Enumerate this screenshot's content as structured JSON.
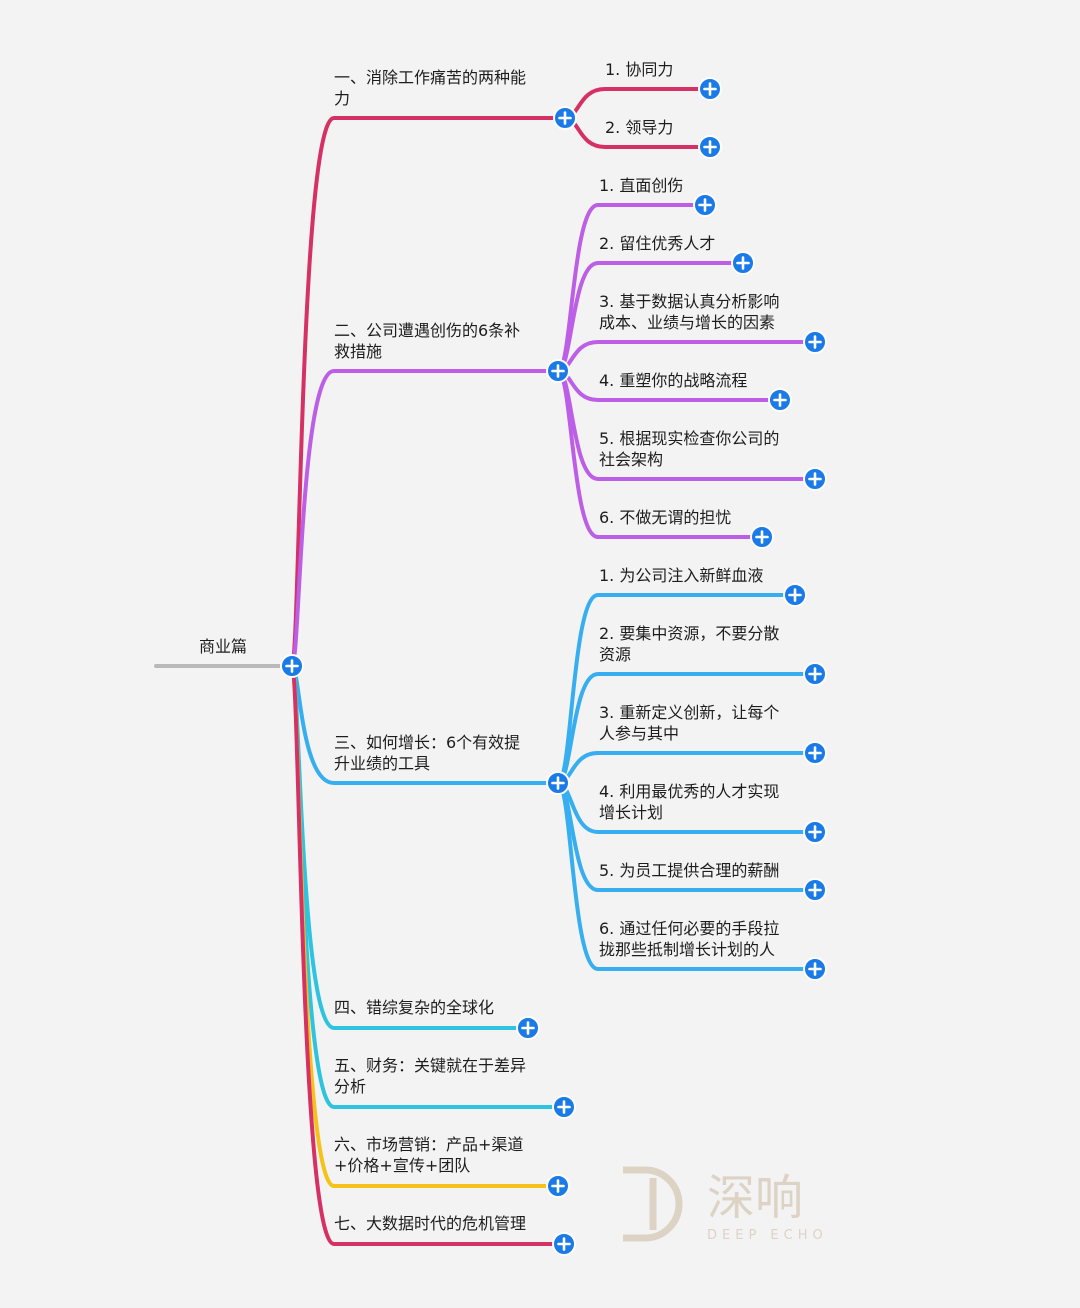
{
  "root": {
    "label": "商业篇"
  },
  "branches": [
    {
      "label": "一、消除工作痛苦的两种能\n力",
      "color": "#d63164",
      "children": [
        {
          "label": "1. 协同力"
        },
        {
          "label": "2. 领导力"
        }
      ]
    },
    {
      "label": "二、公司遭遇创伤的6条补\n救措施",
      "color": "#bd5ee6",
      "children": [
        {
          "label": "1. 直面创伤"
        },
        {
          "label": "2. 留住优秀人才"
        },
        {
          "label": "3. 基于数据认真分析影响\n成本、业绩与增长的因素"
        },
        {
          "label": "4. 重塑你的战略流程"
        },
        {
          "label": "5. 根据现实检查你公司的\n社会架构"
        },
        {
          "label": "6. 不做无谓的担忧"
        }
      ]
    },
    {
      "label": "三、如何增长：6个有效提\n升业绩的工具",
      "color": "#36aef0",
      "children": [
        {
          "label": "1. 为公司注入新鲜血液"
        },
        {
          "label": "2. 要集中资源，不要分散\n资源"
        },
        {
          "label": "3. 重新定义创新，让每个\n人参与其中"
        },
        {
          "label": "4. 利用最优秀的人才实现\n增长计划"
        },
        {
          "label": "5. 为员工提供合理的薪酬"
        },
        {
          "label": "6. 通过任何必要的手段拉\n拢那些抵制增长计划的人"
        }
      ]
    },
    {
      "label": "四、错综复杂的全球化",
      "color": "#2ec3de",
      "children": []
    },
    {
      "label": "五、财务：关键就在于差异\n分析",
      "color": "#2ec3de",
      "children": []
    },
    {
      "label": "六、市场营销：产品+渠道\n+价格+宣传+团队",
      "color": "#f5c21b",
      "children": []
    },
    {
      "label": "七、大数据时代的危机管理",
      "color": "#d63164",
      "children": []
    }
  ],
  "colors": {
    "root_line": "#b9b9b9",
    "node_button": "#1a7be8",
    "watermark": "#dcd3c4"
  },
  "icons": {
    "expand": "plus-circle-icon",
    "logo": "deep-echo-logo"
  },
  "watermark": {
    "brand_cn": "深响",
    "brand_en": "DEEP ECHO"
  }
}
